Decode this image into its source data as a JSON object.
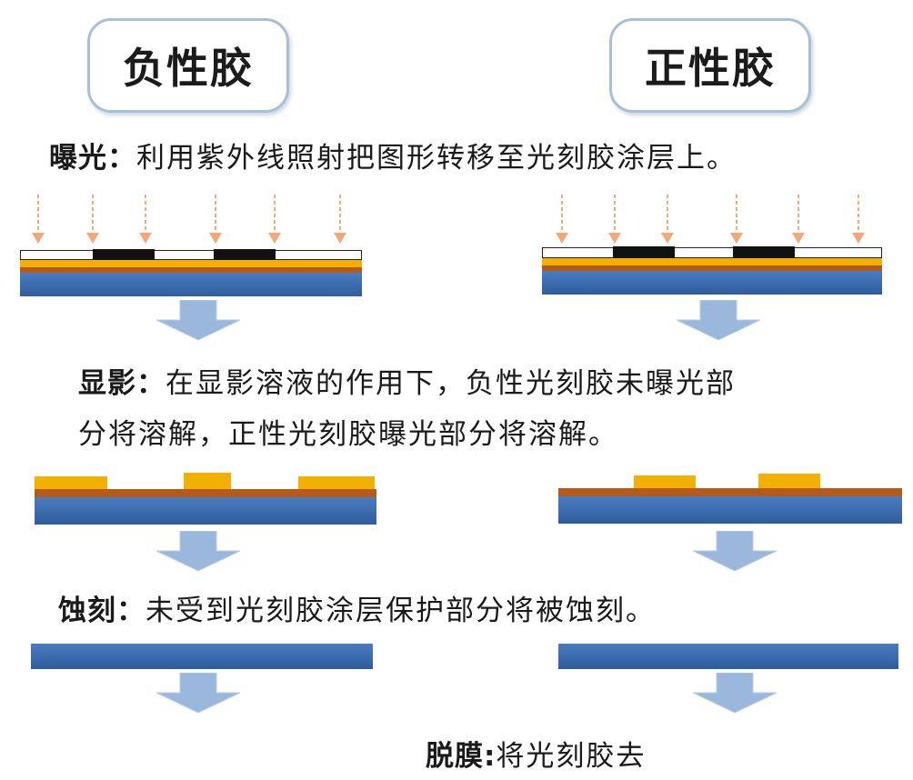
{
  "headings": {
    "negative": "负性胶",
    "positive": "正性胶"
  },
  "steps": {
    "exposure": {
      "term": "曝光",
      "sep": "：",
      "desc": "利用紫外线照射把图形转移至光刻胶涂层上。"
    },
    "development": {
      "term": "显影",
      "sep": "：",
      "desc_line1": "在显影溶液的作用下，负性光刻胶未曝光部",
      "desc_line2": "分将溶解，正性光刻胶曝光部分将溶解。"
    },
    "etching": {
      "term": "蚀刻",
      "sep": "：",
      "desc": "未受到光刻胶涂层保护部分将被蚀刻。"
    },
    "stripping": {
      "term": "脱膜",
      "sep": ":",
      "desc": "将光刻胶去"
    }
  },
  "colors": {
    "substrate": "#3a6db5",
    "substrate_dark": "#2c5590",
    "film": "#b55a18",
    "resist": "#f2b000",
    "mask_clear": "#ffffff",
    "mask_opaque": "#111111",
    "uv_arrow": "#f2a878",
    "flow_arrow": "#9ab8dc",
    "heading_border": "#a9bfd9"
  },
  "icons": {
    "uv_light": "dashed-down-arrow",
    "flow": "block-down-arrow"
  }
}
